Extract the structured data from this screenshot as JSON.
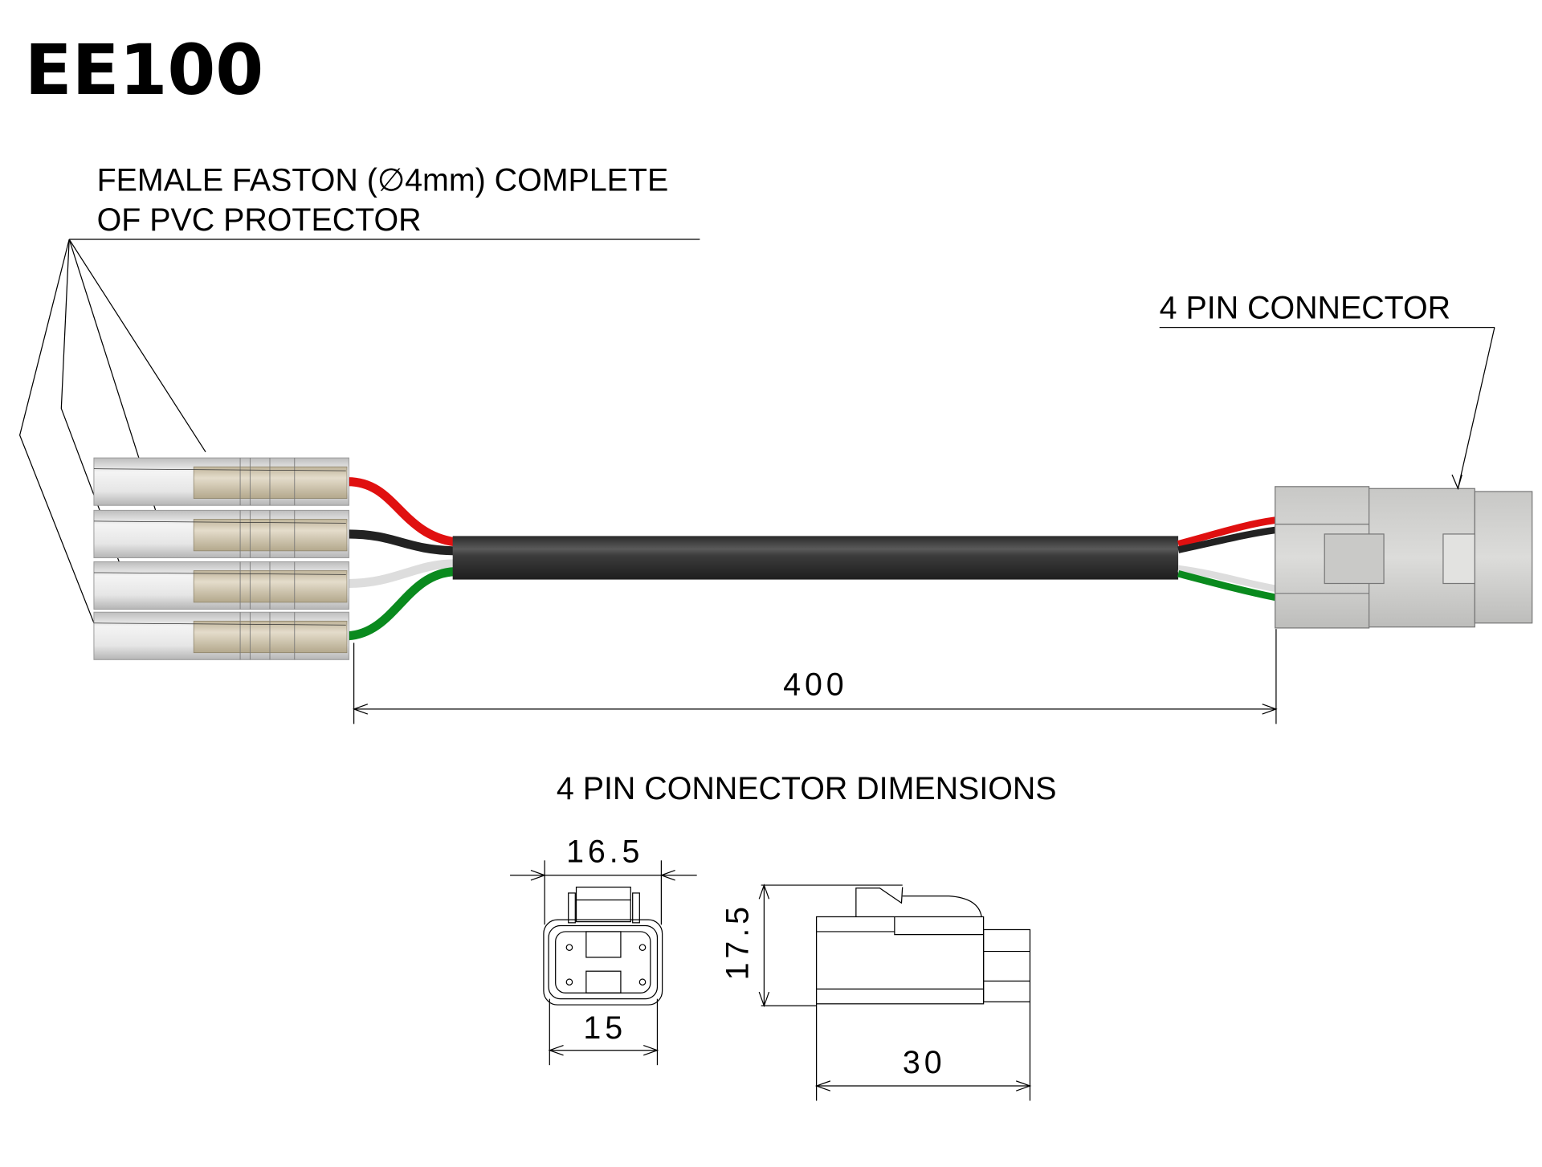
{
  "title": "EE100",
  "labels": {
    "faston_line1": "FEMALE FASTON (∅4mm) COMPLETE",
    "faston_line2": "OF PVC PROTECTOR",
    "connector": "4 PIN CONNECTOR",
    "connector_dimensions": "4 PIN CONNECTOR  DIMENSIONS"
  },
  "dimensions": {
    "cable_length": "400",
    "front_width_outer": "16.5",
    "front_width_inner": "15",
    "side_height": "17.5",
    "side_length": "30"
  },
  "colors": {
    "wire_red": "#e01010",
    "wire_black": "#222222",
    "wire_white": "#e8e8e8",
    "wire_green": "#0a8a1e",
    "cable": "#3a3a3a",
    "connector_body": "#d6d6d4",
    "terminal_metal": "#d8cdb4"
  }
}
